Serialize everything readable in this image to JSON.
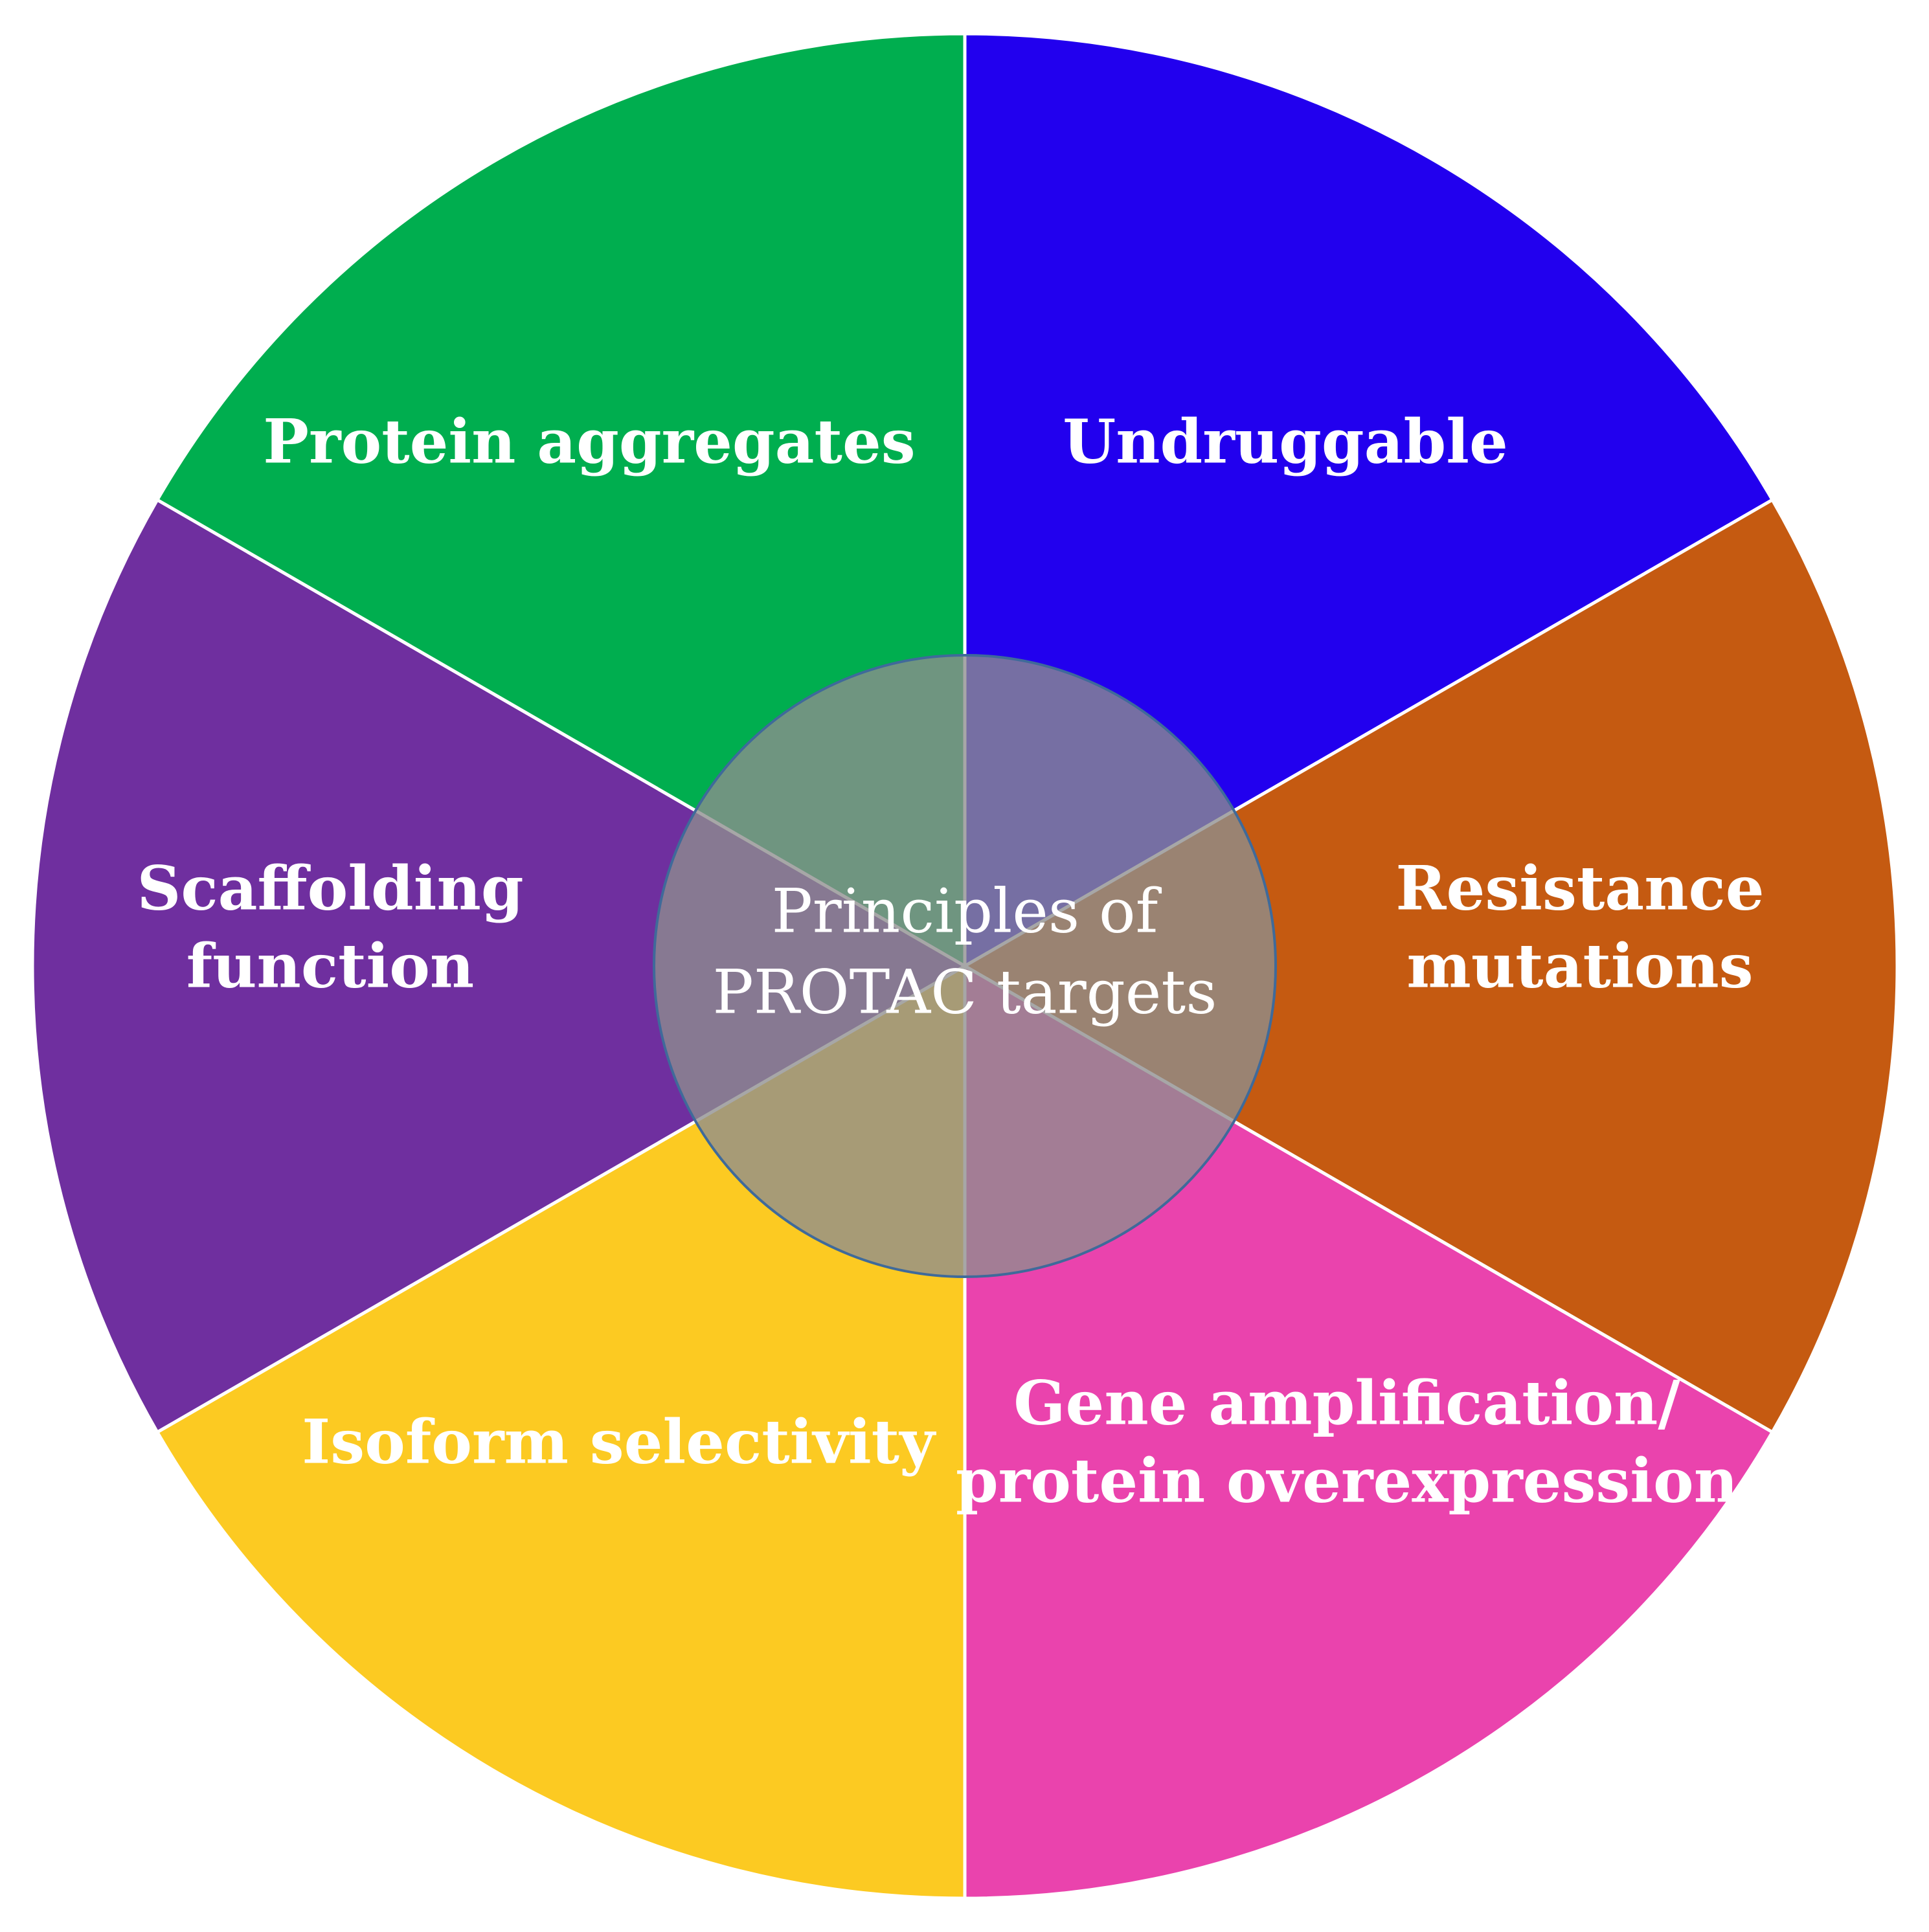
{
  "diagram": {
    "center": {
      "lines": [
        "Principles  of",
        "PROTAC targets"
      ],
      "fill": "#8e8e8e",
      "stroke": "#3f6a9a"
    },
    "segments": [
      {
        "id": "undruggable",
        "lines": [
          "Undruggable"
        ],
        "color": "#2200ee"
      },
      {
        "id": "resistance-mutations",
        "lines": [
          "Resistance",
          "mutations"
        ],
        "color": "#c55a11"
      },
      {
        "id": "gene-amplification",
        "lines": [
          "Gene amplification/",
          "protein overexpression"
        ],
        "color": "#ea43ad"
      },
      {
        "id": "isoform-selectivity",
        "lines": [
          "Isoform selectivity"
        ],
        "color": "#fcca22"
      },
      {
        "id": "scaffolding-function",
        "lines": [
          "Scaffolding",
          "function"
        ],
        "color": "#6f2f9f"
      },
      {
        "id": "protein-aggregates",
        "lines": [
          "Protein aggregates"
        ],
        "color": "#00ae4f"
      }
    ]
  }
}
